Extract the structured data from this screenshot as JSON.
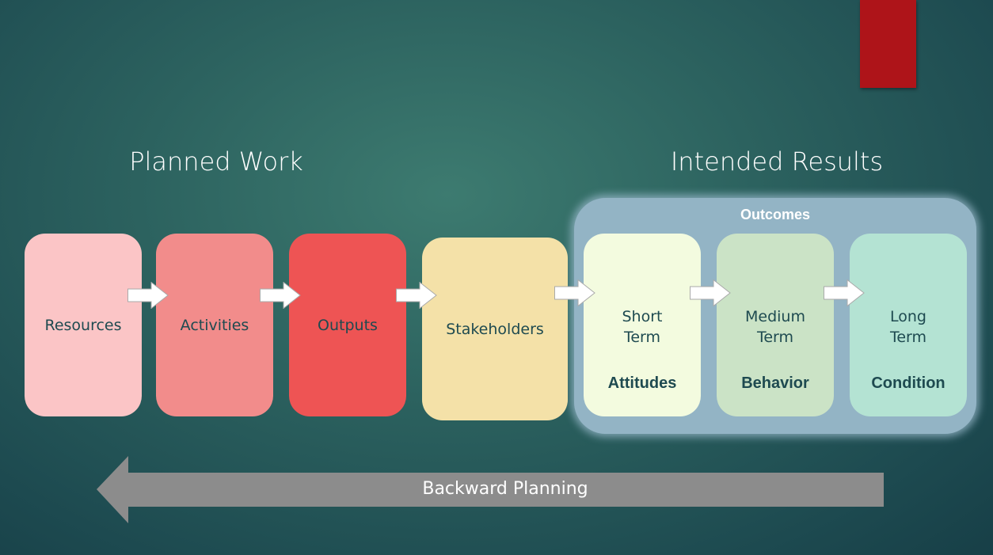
{
  "titles": {
    "left": "Planned Work",
    "right": "Intended Results"
  },
  "outcomes_label": "Outcomes",
  "boxes": [
    {
      "label": "Resources",
      "color": "#fbc5c6"
    },
    {
      "label": "Activities",
      "color": "#f28c8b"
    },
    {
      "label": "Outputs",
      "color": "#ee5454"
    },
    {
      "label": "Stakeholders",
      "color": "#f4e1a8"
    }
  ],
  "outcome_boxes": [
    {
      "line1": "Short",
      "line2": "Term",
      "sub": "Attitudes",
      "color": "#f3fbdf"
    },
    {
      "line1": "Medium",
      "line2": "Term",
      "sub": "Behavior",
      "color": "#cbe3c6"
    },
    {
      "line1": "Long",
      "line2": "Term",
      "sub": "Condition",
      "color": "#b4e3d3"
    }
  ],
  "backward_arrow_label": "Backward Planning"
}
